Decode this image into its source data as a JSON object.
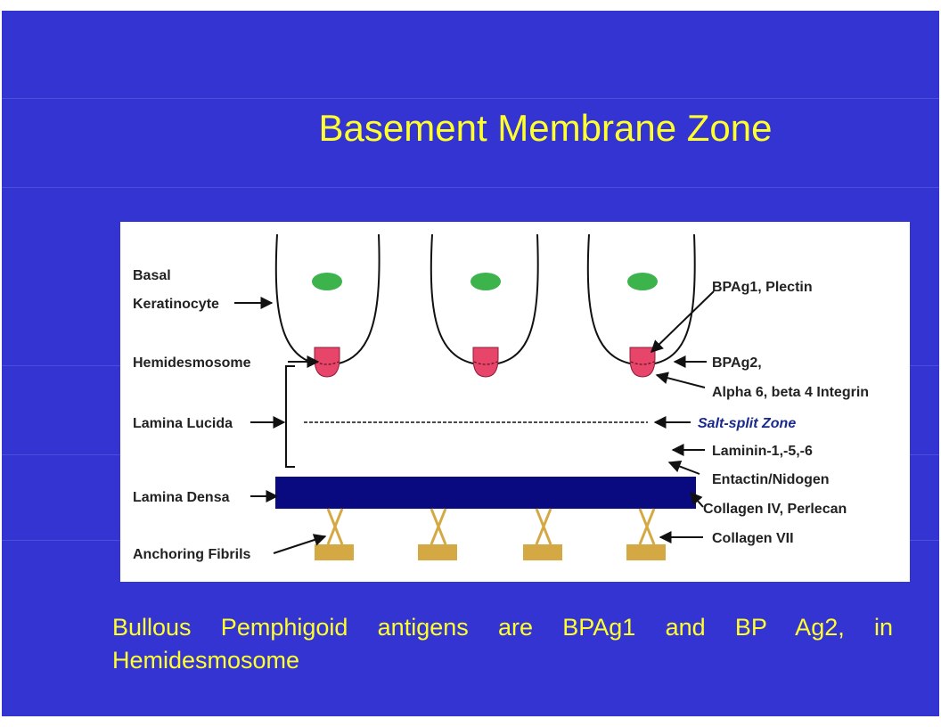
{
  "slide": {
    "title": "Basement Membrane Zone",
    "caption": "Bullous Pemphigoid antigens are BPAg1 and BP Ag2, in Hemidesmosome"
  },
  "diagram": {
    "left_labels": {
      "basal": "Basal",
      "keratinocyte": "Keratinocyte",
      "hemidesmosome": "Hemidesmosome",
      "lamina_lucida": "Lamina Lucida",
      "lamina_densa": "Lamina Densa",
      "anchoring_fibrils": "Anchoring Fibrils"
    },
    "right_labels": {
      "bpag1_plectin": "BPAg1, Plectin",
      "bpag2": "BPAg2,",
      "alpha6_beta4": "Alpha 6, beta 4 Integrin",
      "salt_split": "Salt-split  Zone",
      "laminin": "Laminin-1,-5,-6",
      "entactin": "Entactin/Nidogen",
      "collagen_iv": "Collagen IV, Perlecan",
      "collagen_vii": "Collagen VII"
    },
    "colors": {
      "nucleus": "#3cb44b",
      "hemidesmosome": "#e8456a",
      "lamina_densa": "#0a0a80",
      "anchoring_fibril": "#d4a843",
      "salt_split_label": "#1a2a8c"
    }
  }
}
